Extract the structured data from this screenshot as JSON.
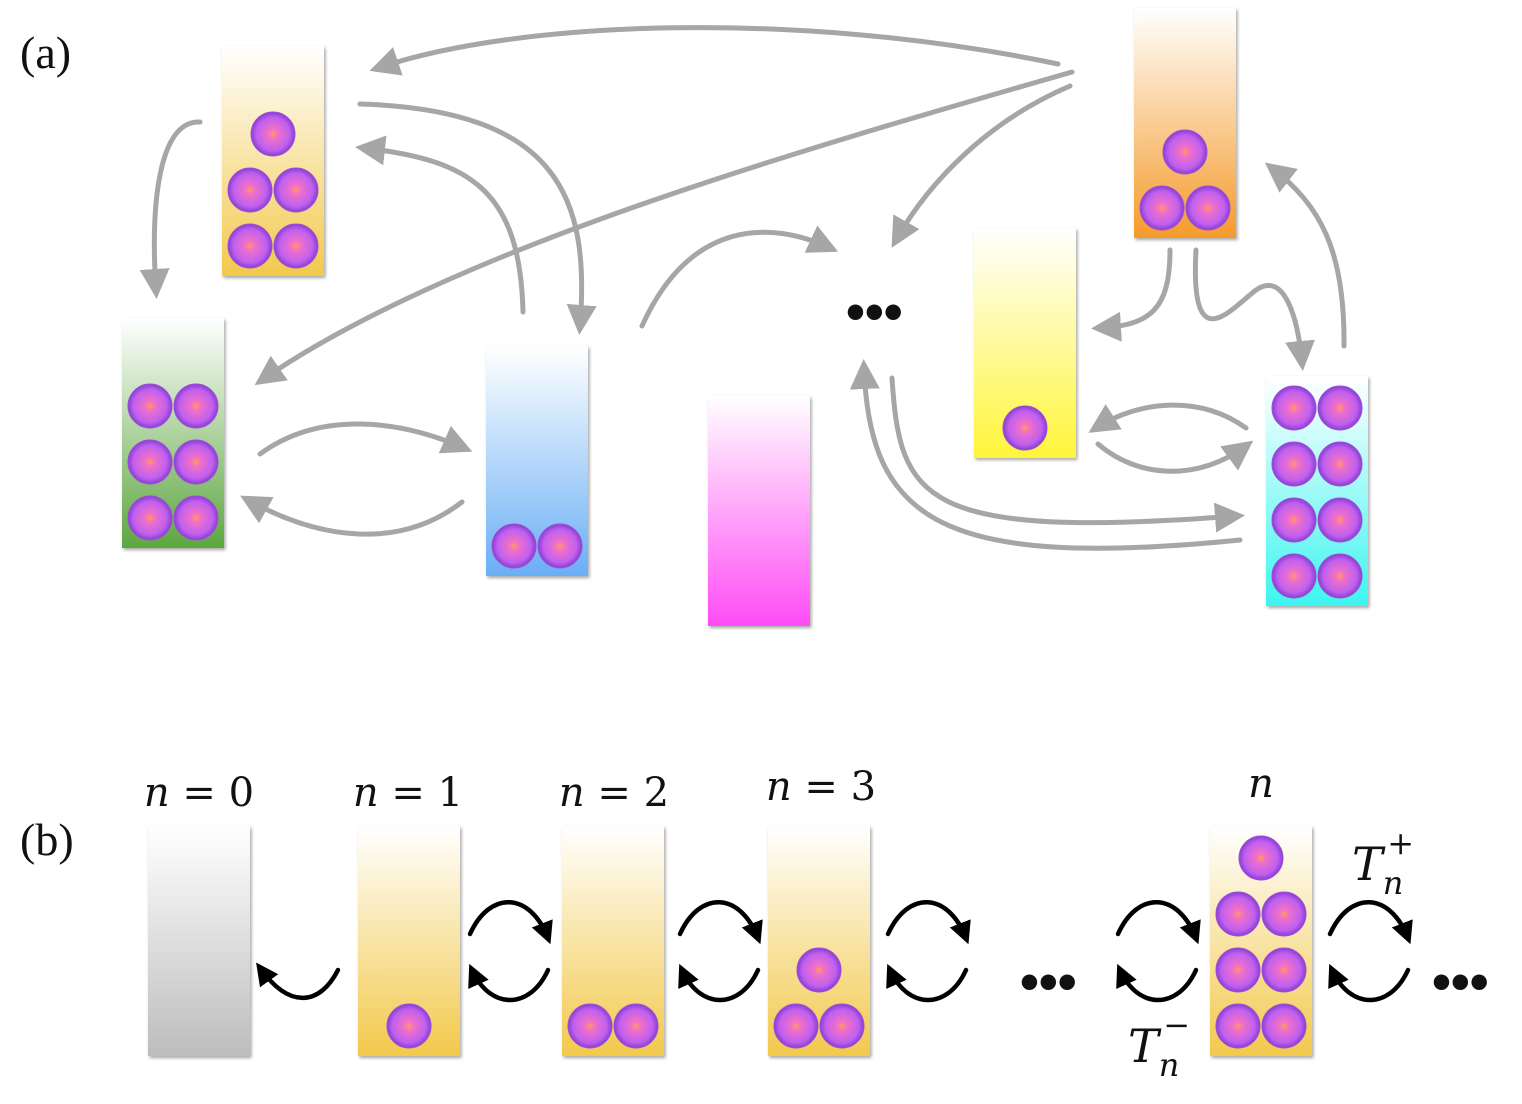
{
  "panel_a": {
    "label": "(a)",
    "ellipsis": "•••",
    "boxes": [
      {
        "key": "a4",
        "count": 5,
        "color": "#f2c94c"
      },
      {
        "key": "a6",
        "count": 6,
        "color": "#5da640"
      },
      {
        "key": "a2",
        "count": 2,
        "color": "#6aaef5"
      },
      {
        "key": "a0",
        "count": 0,
        "color": "#ff4cf5"
      },
      {
        "key": "a1",
        "count": 1,
        "color": "#fff53a"
      },
      {
        "key": "a3",
        "count": 3,
        "color": "#f59a2a"
      },
      {
        "key": "a8",
        "count": 8,
        "color": "#3df5ef"
      }
    ]
  },
  "panel_b": {
    "label": "(b)",
    "states": [
      {
        "n_var": "n",
        "eq": " = ",
        "value": "0",
        "count": 0,
        "color": "#bdbdbd"
      },
      {
        "n_var": "n",
        "eq": " = ",
        "value": "1",
        "count": 1,
        "color": "#f2c94c"
      },
      {
        "n_var": "n",
        "eq": " = ",
        "value": "2",
        "count": 2,
        "color": "#f2c94c"
      },
      {
        "n_var": "n",
        "eq": " = ",
        "value": "3",
        "count": 3,
        "color": "#f2c94c"
      },
      {
        "n_var": "n",
        "eq": "",
        "value": "",
        "count": 7,
        "color": "#f2c94c"
      }
    ],
    "ellipsis_mid": "•••",
    "ellipsis_end": "•••",
    "rate_plus": {
      "symbol": "T",
      "sub": "n",
      "sup": "+"
    },
    "rate_minus": {
      "symbol": "T",
      "sub": "n",
      "sup": "−"
    }
  },
  "colors": {
    "arrow_a": "#a6a6a6",
    "arrow_b": "#000000",
    "particle_core": "#ff8a6a",
    "particle_edge": "#a14de0"
  }
}
